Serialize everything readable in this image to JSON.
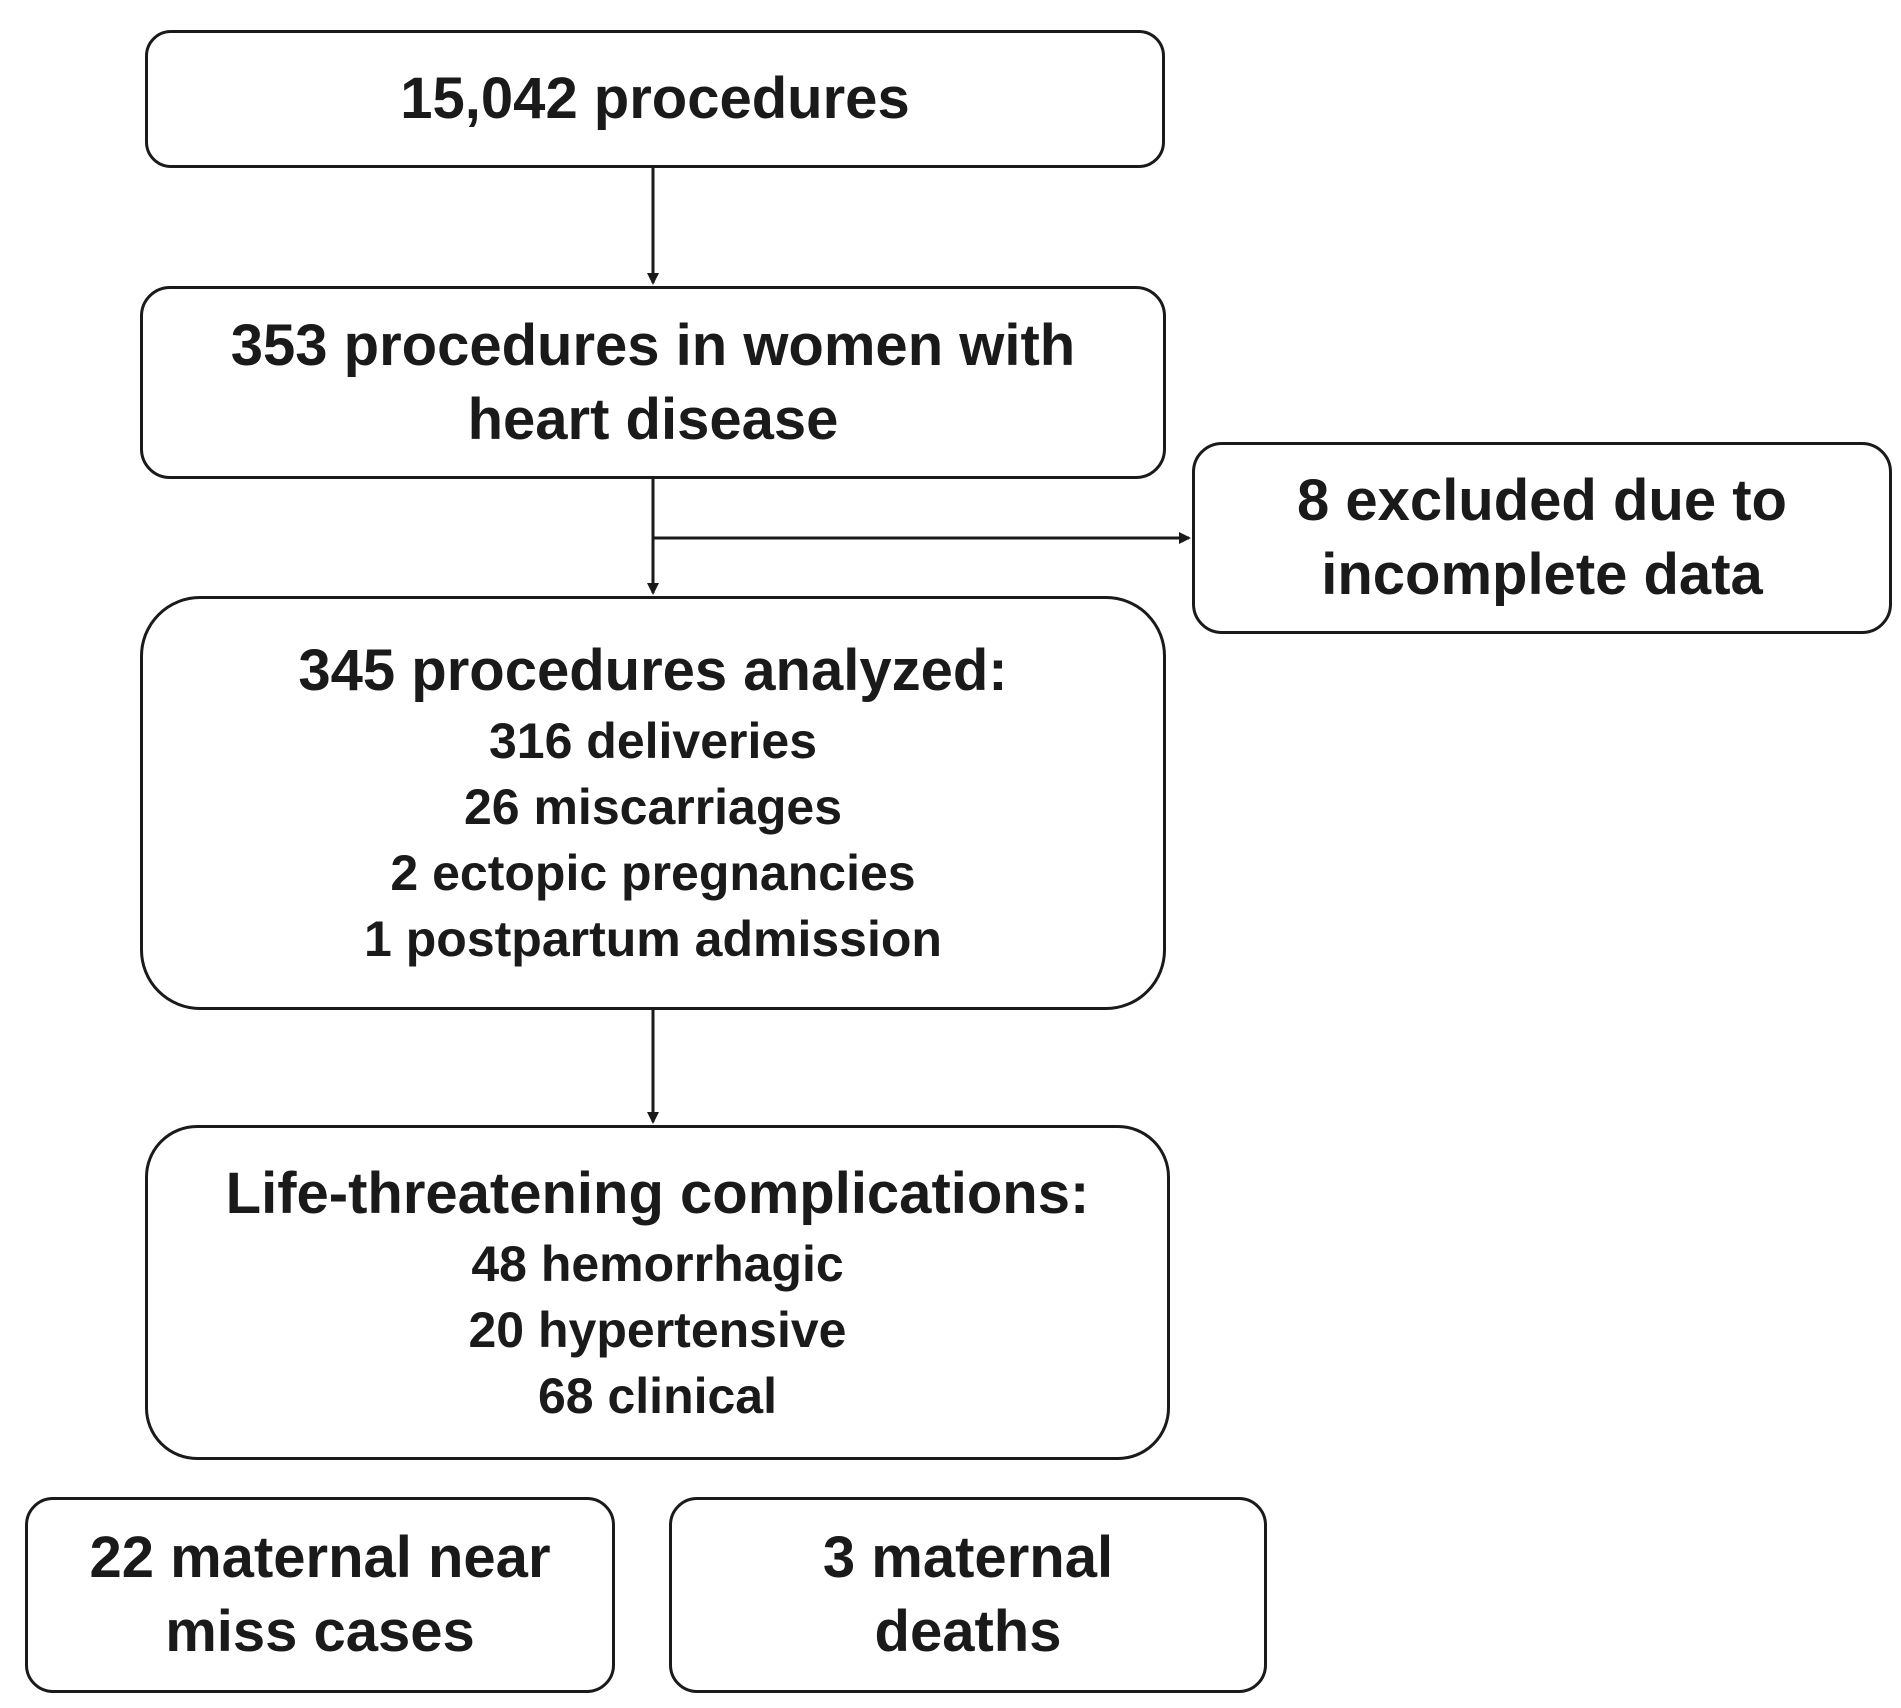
{
  "total": {
    "lines": [
      "15,042 procedures"
    ]
  },
  "heart_disease": {
    "lines": [
      "353 procedures in women with",
      "heart disease"
    ]
  },
  "excluded": {
    "lines": [
      "8 excluded due to",
      "incomplete data"
    ]
  },
  "analyzed": {
    "heading": "345 procedures analyzed:",
    "items": [
      "316 deliveries",
      "26 miscarriages",
      "2 ectopic pregnancies",
      "1 postpartum admission"
    ]
  },
  "complications": {
    "heading": "Life-threatening complications:",
    "items": [
      "48 hemorrhagic",
      "20 hypertensive",
      "68 clinical"
    ]
  },
  "near_miss": {
    "lines": [
      "22 maternal near",
      "miss cases"
    ]
  },
  "deaths": {
    "lines": [
      "3 maternal",
      "deaths"
    ]
  },
  "colors": {
    "stroke": "#1a1a1a",
    "background": "#ffffff"
  }
}
